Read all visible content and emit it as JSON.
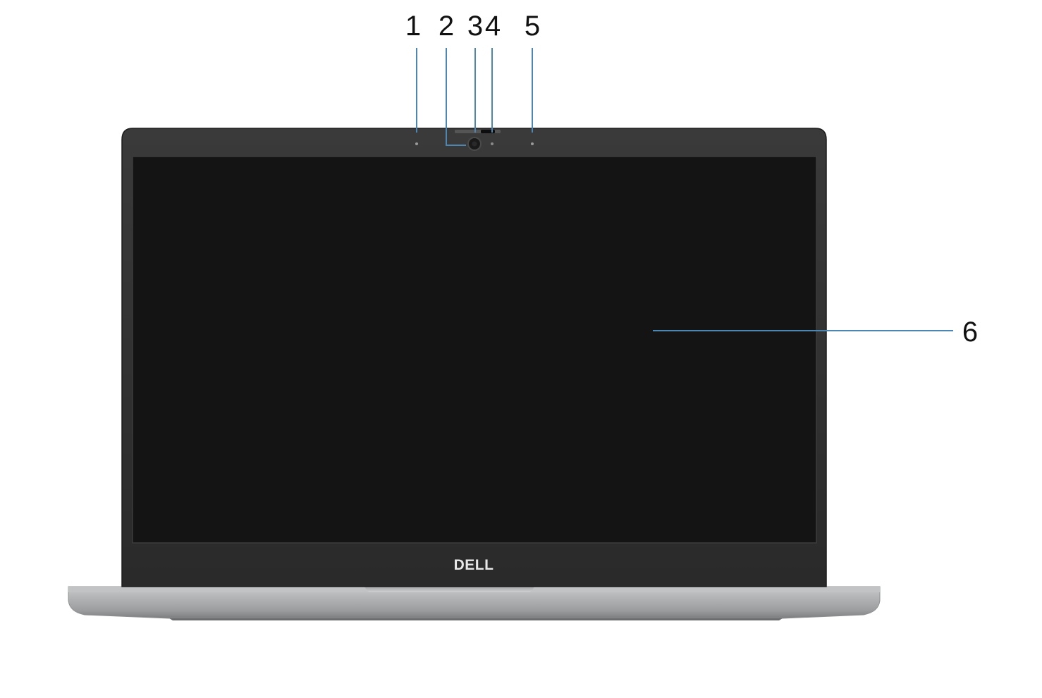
{
  "diagram": {
    "logo_text": "DELL",
    "callouts": [
      {
        "id": "1",
        "label": "1"
      },
      {
        "id": "2",
        "label": "2"
      },
      {
        "id": "3",
        "label": "3"
      },
      {
        "id": "4",
        "label": "4"
      },
      {
        "id": "5",
        "label": "5"
      },
      {
        "id": "6",
        "label": "6"
      }
    ]
  },
  "colors": {
    "bezel": "#2f2f2f",
    "screen": "#141414",
    "base": "#a6a7a9",
    "leader": "#4d86b3",
    "text": "#111111"
  }
}
